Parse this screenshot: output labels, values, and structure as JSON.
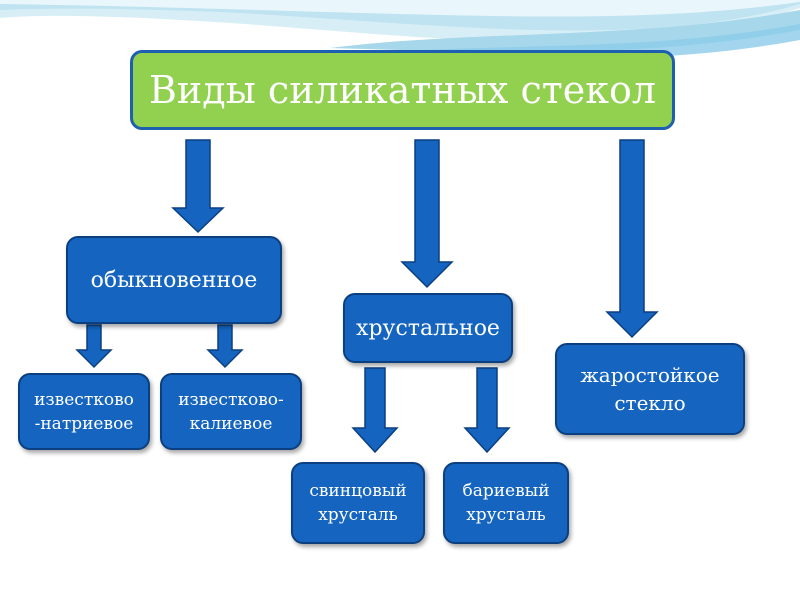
{
  "title": "Виды силикатных стекол",
  "nodes": {
    "ordinary": "обыкновенное",
    "lime_sodium": "известково\n-натриевое",
    "lime_potassium": "известково-\nкалиевое",
    "crystal": "хрустальное",
    "lead_crystal": "свинцовый\nхрусталь",
    "barium_crystal": "бариевый\nхрусталь",
    "heat_resistant": "жаростойкое\nстекло"
  },
  "colors": {
    "title_fill": "#92d050",
    "node_fill": "#1565c0",
    "arrow_fill": "#1565c0"
  }
}
